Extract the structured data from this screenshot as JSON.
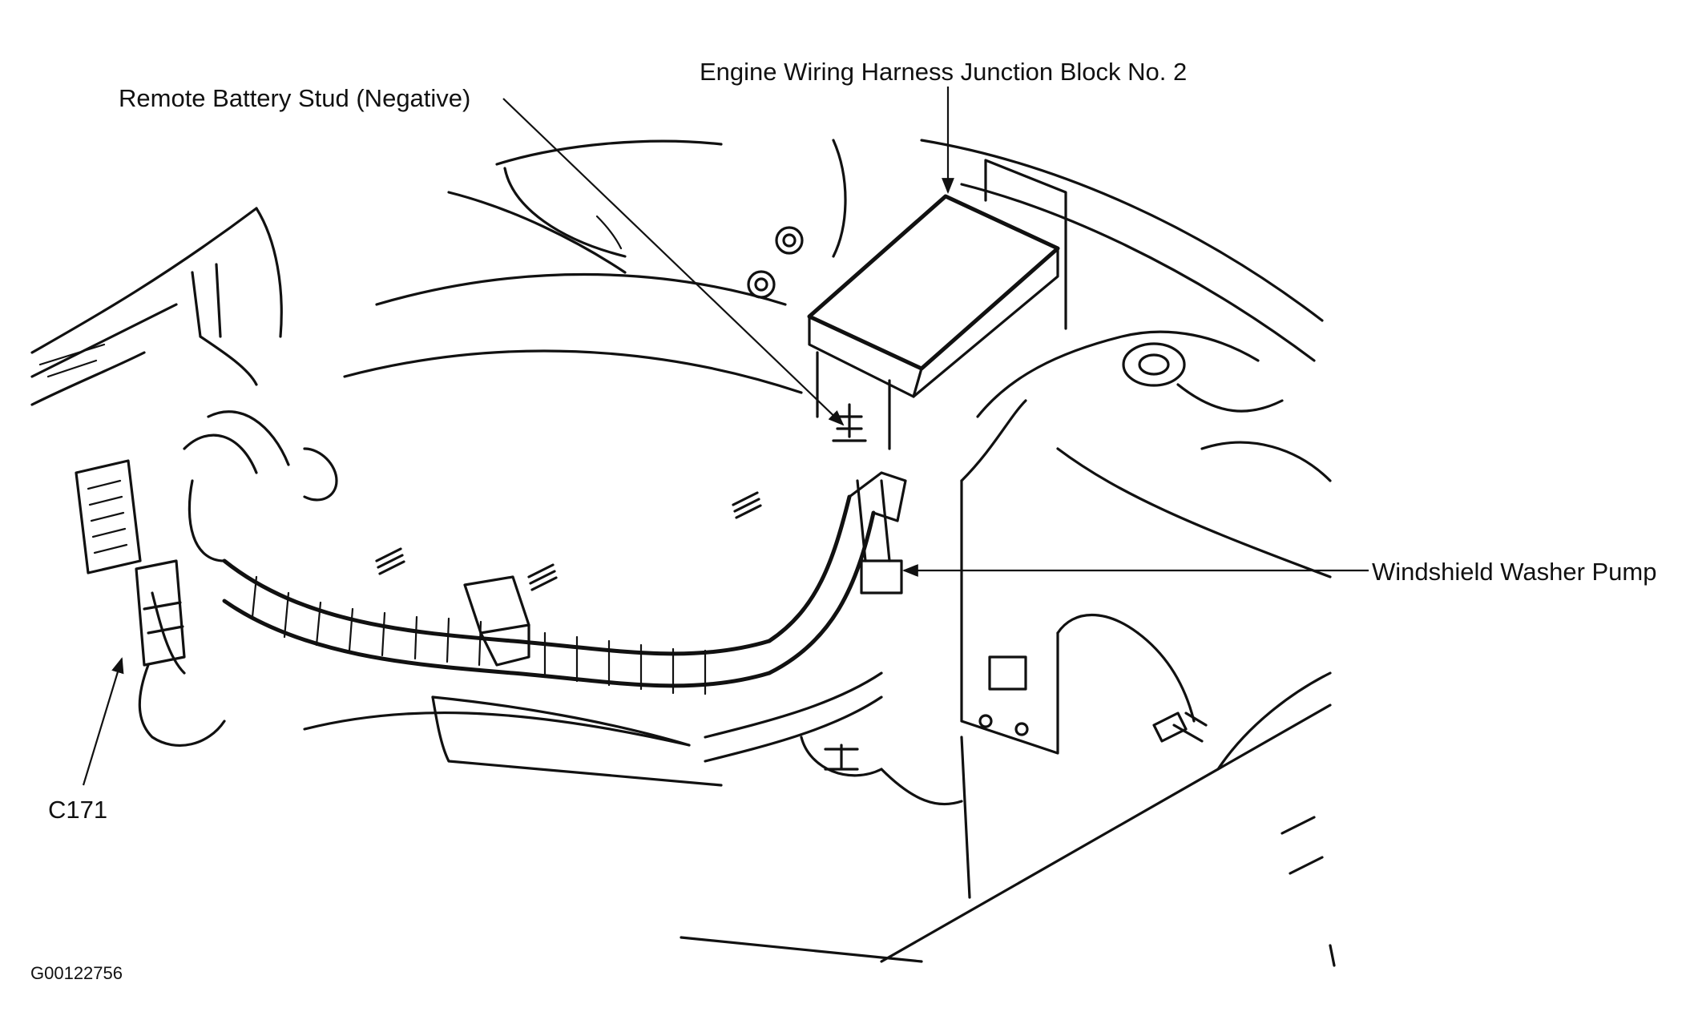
{
  "labels": {
    "remote_battery_stud": "Remote Battery Stud (Negative)",
    "junction_block": "Engine Wiring Harness Junction Block No. 2",
    "washer_pump": "Windshield Washer Pump",
    "connector": "C171"
  },
  "figure_id": "G00122756"
}
